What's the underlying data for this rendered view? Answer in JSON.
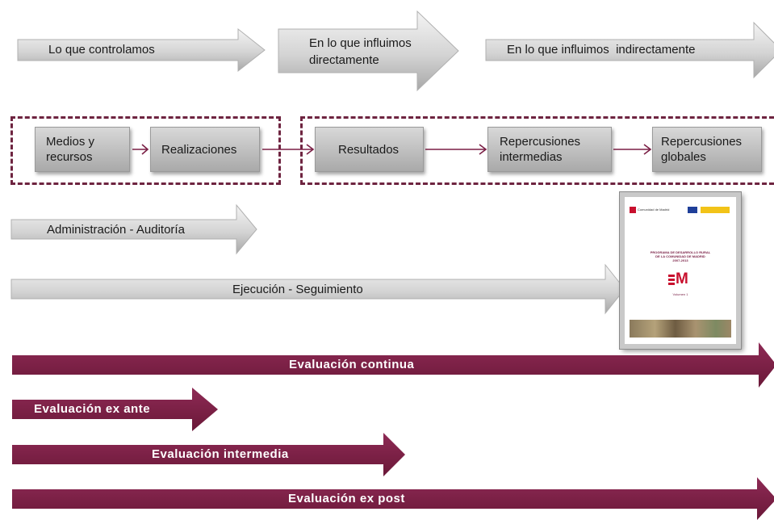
{
  "top_row": {
    "control": "Lo que controlamos",
    "direct_line1": "En lo que influimos",
    "direct_line2": "directamente",
    "indirect": "En lo que influimos  indirectamente"
  },
  "chain": {
    "medios_line1": "Medios y",
    "medios_line2": "recursos",
    "realizaciones": "Realizaciones",
    "resultados": "Resultados",
    "rep_intermedias_line1": "Repercusiones",
    "rep_intermedias_line2": "intermedias",
    "rep_globales_line1": "Repercusiones",
    "rep_globales_line2": "globales"
  },
  "management": {
    "administracion": "Administración - Auditoría",
    "ejecucion": "Ejecución - Seguimiento"
  },
  "evaluations": {
    "continua": "Evaluación continua",
    "ex_ante": "Evaluación ex ante",
    "intermedia": "Evaluación intermedia",
    "ex_post": "Evaluación ex post"
  },
  "document": {
    "header_left": "Comunidad de Madrid",
    "title_line1": "PROGRAMA DE DESARROLLO RURAL",
    "title_line2": "DE LA COMUNIDAD DE MADRID",
    "title_line3": "2007-2013",
    "logo": "M",
    "volume": "Volumen 1"
  },
  "colors": {
    "maroon": "#7a1f45",
    "dash": "#6e2440"
  }
}
